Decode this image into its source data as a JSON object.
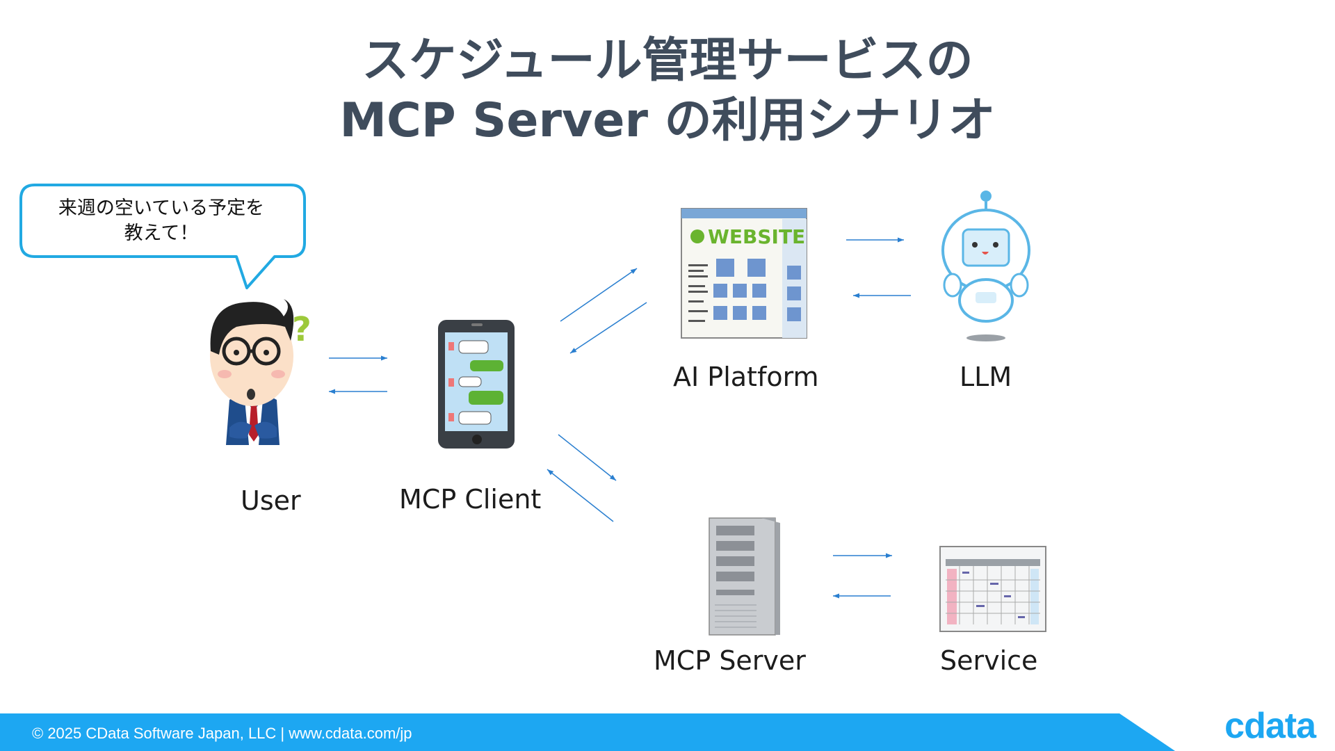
{
  "title": {
    "line1": "スケジュール管理サービスの",
    "line2": "MCP Server の利用シナリオ"
  },
  "speech_bubble": {
    "line1": "来週の空いている予定を",
    "line2": "教えて！"
  },
  "nodes": {
    "user": "User",
    "mcp_client": "MCP Client",
    "ai_platform": "AI Platform",
    "llm": "LLM",
    "mcp_server": "MCP Server",
    "service": "Service"
  },
  "website_text": "WEBSITE",
  "footer": {
    "copyright": "© 2025 CData Software Japan, LLC |  www.cdata.com/jp",
    "logo": "cdata"
  },
  "colors": {
    "accent": "#1da7f2",
    "title": "#3f4c5c",
    "arrow": "#2a7fd0"
  }
}
